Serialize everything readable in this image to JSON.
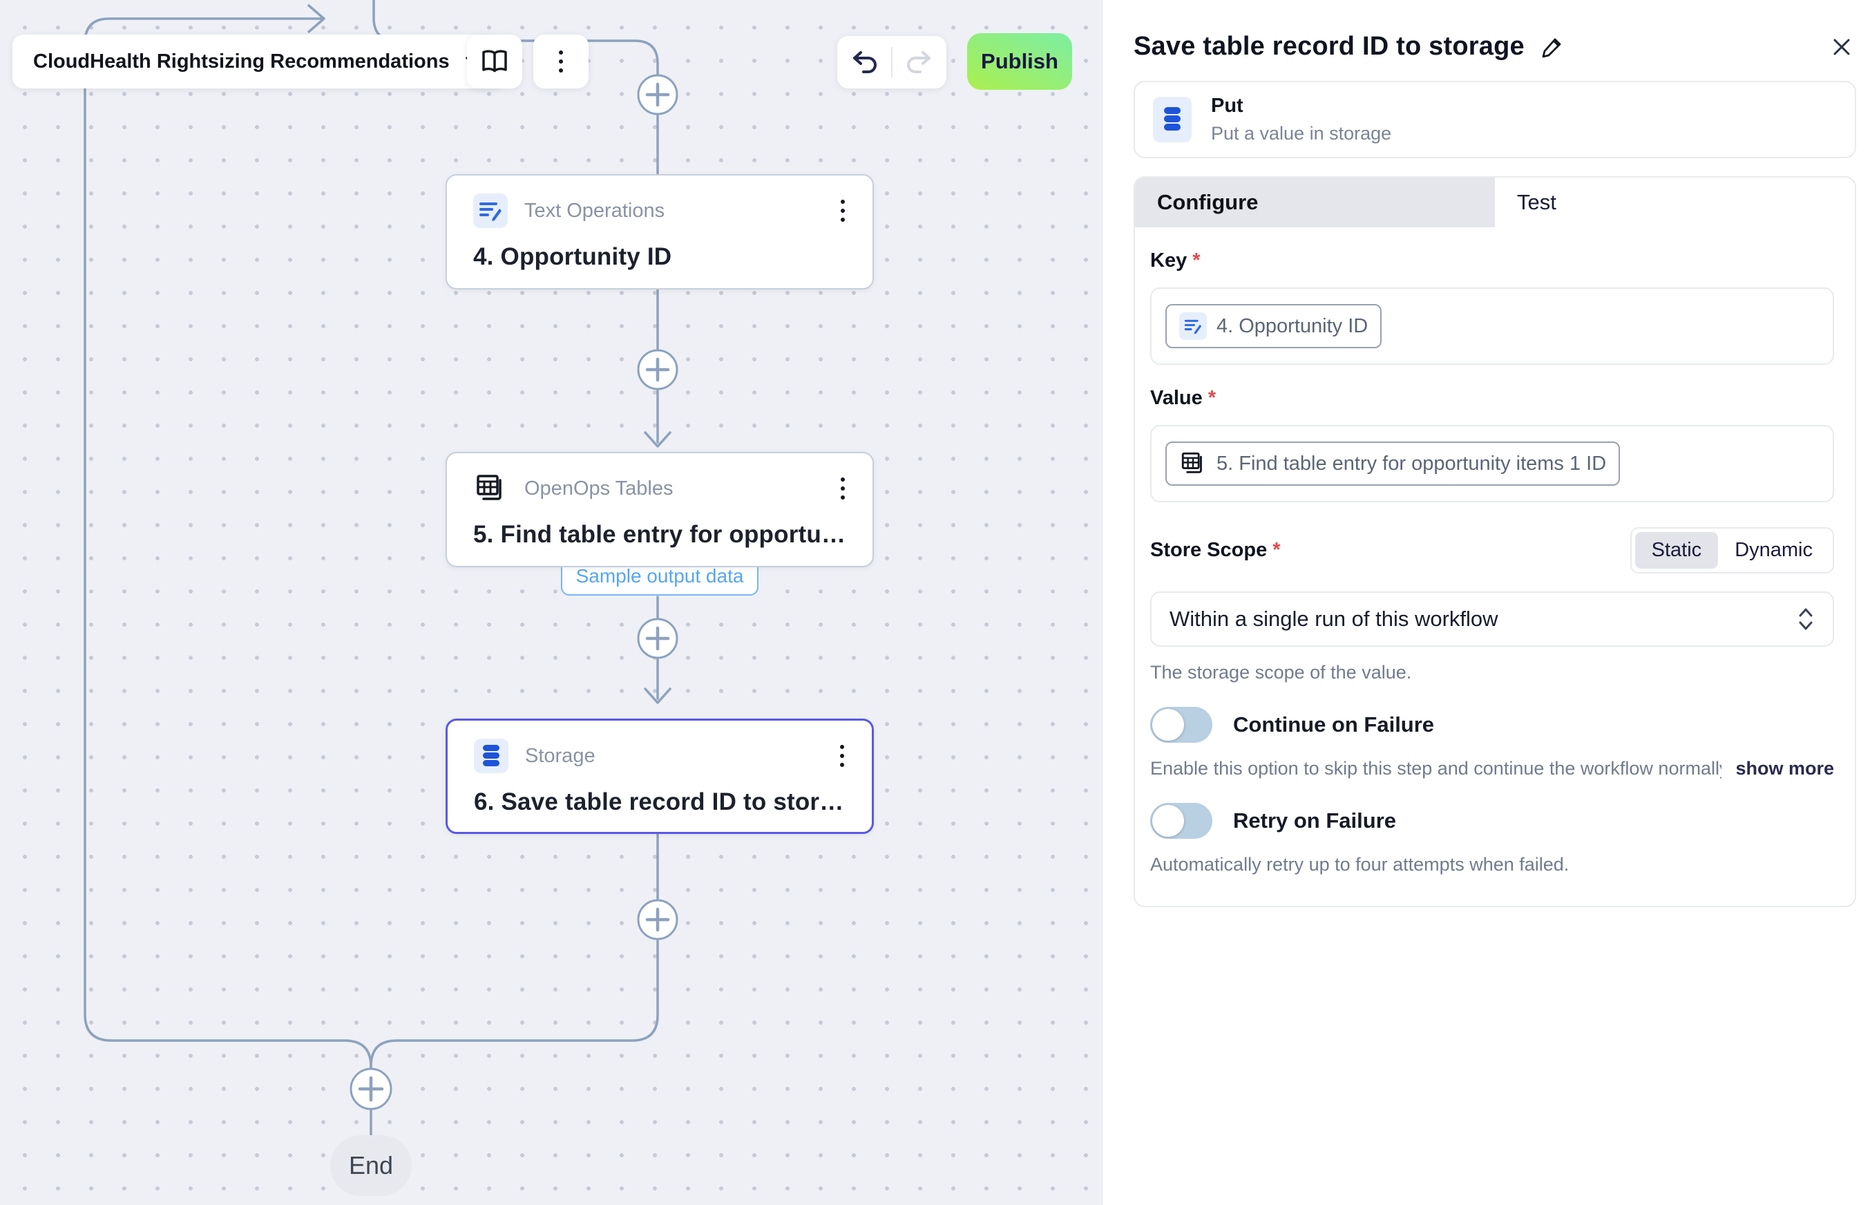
{
  "canvas": {
    "workflow_name": "CloudHealth Rightsizing Recommendations",
    "publish_label": "Publish",
    "end_label": "End",
    "nodes": [
      {
        "app": "Text Operations",
        "title": "4. Opportunity ID"
      },
      {
        "app": "OpenOps Tables",
        "title": "5. Find table entry for opportu…",
        "sample_label": "Sample output data"
      },
      {
        "app": "Storage",
        "title": "6. Save table record ID to stor…",
        "selected": true
      }
    ]
  },
  "panel": {
    "title": "Save table record ID to storage",
    "action": {
      "name": "Put",
      "description": "Put a value in storage"
    },
    "tabs": {
      "configure": "Configure",
      "test": "Test"
    },
    "key": {
      "label": "Key",
      "chip": "4. Opportunity ID"
    },
    "value": {
      "label": "Value",
      "chip": "5. Find table entry for opportunity items 1 ID"
    },
    "store_scope": {
      "label": "Store Scope",
      "static_label": "Static",
      "dynamic_label": "Dynamic",
      "selected_option": "Within a single run of this workflow",
      "helper": "The storage scope of the value."
    },
    "continue_on_failure": {
      "label": "Continue on Failure",
      "helper": "Enable this option to skip this step and continue the workflow normally if it fa...",
      "show_more": "show more",
      "enabled": false
    },
    "retry_on_failure": {
      "label": "Retry on Failure",
      "helper": "Automatically retry up to four attempts when failed.",
      "enabled": false
    }
  },
  "colors": {
    "publish_gradient_start": "#7deea4",
    "publish_gradient_end": "#aaef4f",
    "selected_node_border": "#5b58e6",
    "wire": "#8ca2be",
    "sample_tag_blue": "#58a5f1",
    "toggle_track_off": "#b9cfe2",
    "required_asterisk": "#e5484d",
    "storage_icon_blue": "#1d54d8"
  }
}
